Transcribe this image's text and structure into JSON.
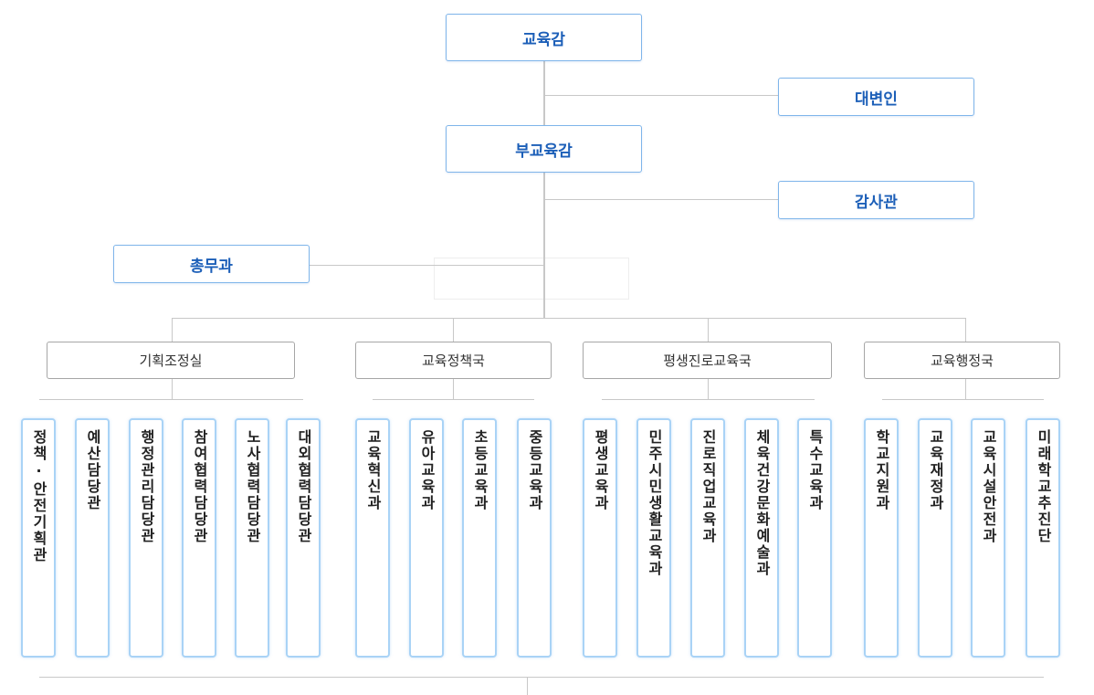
{
  "top": {
    "superintendent": "교육감",
    "spokesperson": "대변인",
    "deputy": "부교육감",
    "auditor": "감사관",
    "general_affairs": "총무과"
  },
  "bureaus": [
    {
      "name": "기획조정실",
      "units": [
        "정책·안전기획관",
        "예산담당관",
        "행정관리담당관",
        "참여협력담당관",
        "노사협력담당관",
        "대외협력담당관"
      ]
    },
    {
      "name": "교육정책국",
      "units": [
        "교육혁신과",
        "유아교육과",
        "초등교육과",
        "중등교육과"
      ]
    },
    {
      "name": "평생진로교육국",
      "units": [
        "평생교육과",
        "민주시민생활교육과",
        "진로직업교육과",
        "체육건강문화예술과",
        "특수교육과"
      ]
    },
    {
      "name": "교육행정국",
      "units": [
        "학교지원과",
        "교육재정과",
        "교육시설안전과",
        "미래학교추진단"
      ]
    }
  ],
  "colors": {
    "exec_text": "#1c5fb8",
    "exec_border": "#7fb5ea",
    "unit_border": "#a9d3f6",
    "line": "#c8c8c8"
  }
}
